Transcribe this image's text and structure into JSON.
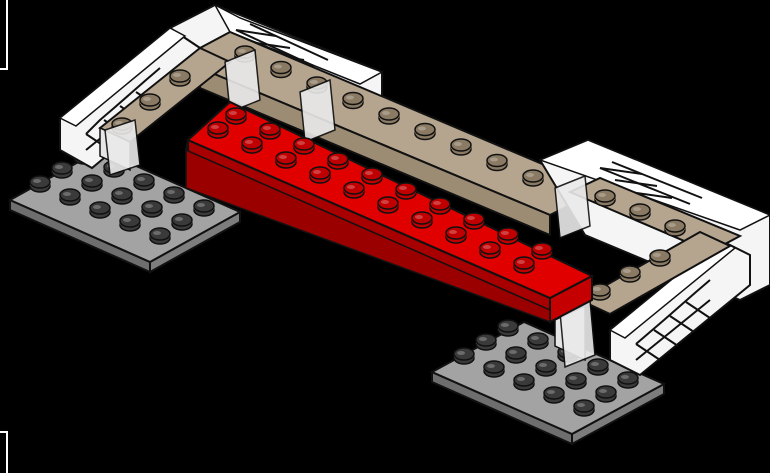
{
  "colors": {
    "background": "#000000",
    "baseplate_top": "#9a9a9a",
    "baseplate_side": "#6e6e6e",
    "stud_dark": "#3a3a3a",
    "tan_top": "#b5a58f",
    "tan_side": "#8f7f68",
    "tan_stud": "#8a7a63",
    "transparent_brick": "#e6e6e6",
    "white_fence": "#f7f7f7",
    "red_top": "#e00000",
    "red_side": "#b00000",
    "red_stud": "#c00000",
    "outline": "#111111"
  },
  "parts": [
    "baseplate-left",
    "baseplate-right",
    "tan-brick-row-back",
    "tan-brick-row-left",
    "tan-brick-row-right",
    "fence-lattice-left",
    "fence-lattice-right",
    "red-brick-2x10"
  ]
}
